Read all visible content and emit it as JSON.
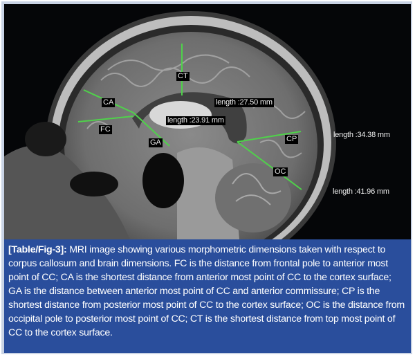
{
  "figure": {
    "labels": {
      "ct": "CT",
      "ca": "CA",
      "fc": "FC",
      "ga": "GA",
      "cp": "CP",
      "oc": "OC"
    },
    "lengths": {
      "ct": "length :27.50 mm",
      "fc": "length :23.91 mm",
      "cp": "length :34.38 mm",
      "oc": "length :41.96 mm"
    },
    "line_color": "#4fd24a"
  },
  "caption": {
    "ref": "[Table/Fig-3]:",
    "text": " MRI image showing various morphometric dimensions taken with respect to corpus callosum and brain dimensions. FC is the distance from frontal pole to anterior most point of CC; CA is the shortest distance from anterior most point of CC to the cortex surface; GA is the distance between anterior most point of CC and anterior commissure; CP is the shortest distance from posterior most point of CC to the cortex surface; OC is the distance from occipital pole to posterior most point of CC; CT is the shortest distance from top most point of CC to the cortex surface."
  }
}
